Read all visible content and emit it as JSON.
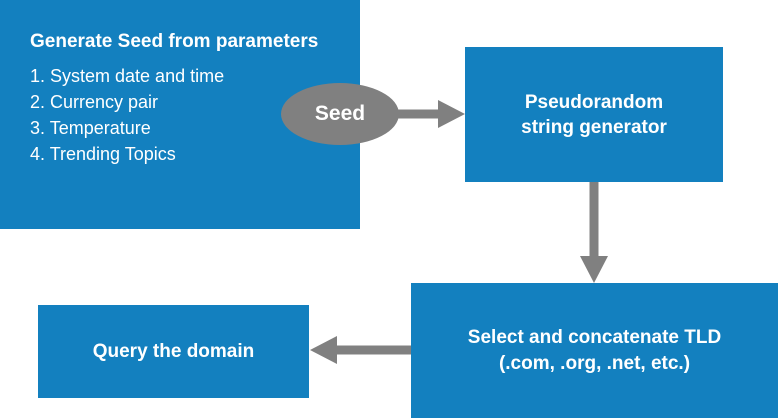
{
  "seed_box": {
    "title": "Generate Seed from parameters",
    "items": [
      "1. System date and time",
      "2. Currency pair",
      "3. Temperature",
      "4. Trending Topics"
    ]
  },
  "seed_node": {
    "label": "Seed"
  },
  "prng_box": {
    "line1": "Pseudorandom",
    "line2": "string generator"
  },
  "tld_box": {
    "line1": "Select and concatenate TLD",
    "line2": "(.com, .org, .net, etc.)"
  },
  "query_box": {
    "label": "Query the domain"
  },
  "colors": {
    "box": "#1380bf",
    "arrow": "#808080",
    "text": "#ffffff"
  }
}
